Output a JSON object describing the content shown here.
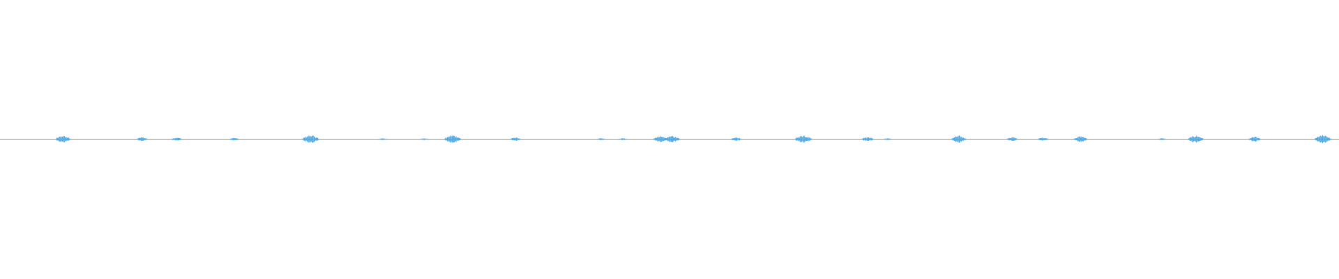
{
  "waveform": {
    "color": "#4fa8e0",
    "background": "#ffffff",
    "bursts": [
      {
        "t": 0.047,
        "amp": 0.85
      },
      {
        "t": 0.106,
        "amp": 0.5
      },
      {
        "t": 0.132,
        "amp": 0.45
      },
      {
        "t": 0.175,
        "amp": 0.35
      },
      {
        "t": 0.232,
        "amp": 1.0
      },
      {
        "t": 0.286,
        "amp": 0.25
      },
      {
        "t": 0.317,
        "amp": 0.25
      },
      {
        "t": 0.338,
        "amp": 1.0
      },
      {
        "t": 0.385,
        "amp": 0.45
      },
      {
        "t": 0.449,
        "amp": 0.25
      },
      {
        "t": 0.465,
        "amp": 0.25
      },
      {
        "t": 0.493,
        "amp": 0.8
      },
      {
        "t": 0.502,
        "amp": 0.85
      },
      {
        "t": 0.55,
        "amp": 0.45
      },
      {
        "t": 0.6,
        "amp": 1.0
      },
      {
        "t": 0.648,
        "amp": 0.6
      },
      {
        "t": 0.663,
        "amp": 0.25
      },
      {
        "t": 0.716,
        "amp": 0.85
      },
      {
        "t": 0.756,
        "amp": 0.5
      },
      {
        "t": 0.779,
        "amp": 0.45
      },
      {
        "t": 0.807,
        "amp": 0.75
      },
      {
        "t": 0.868,
        "amp": 0.25
      },
      {
        "t": 0.893,
        "amp": 0.9
      },
      {
        "t": 0.937,
        "amp": 0.6
      },
      {
        "t": 0.988,
        "amp": 1.0
      }
    ]
  }
}
